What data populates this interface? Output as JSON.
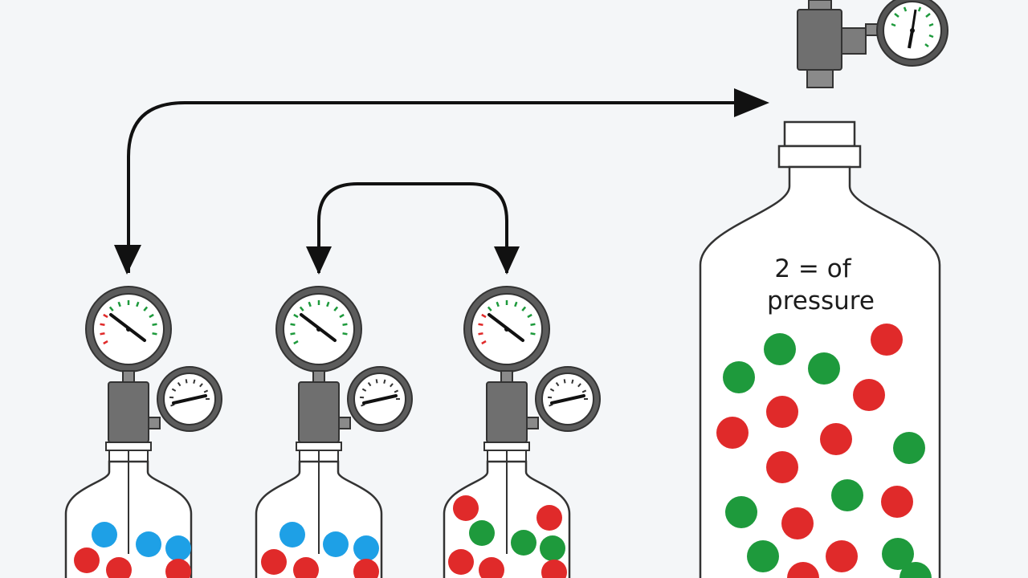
{
  "label": {
    "line1": "2 = of",
    "line2": "pressure"
  },
  "colors": {
    "background": "#f4f6f8",
    "outline": "#333333",
    "regulator_body": "#6f6f6f",
    "gauge_face": "#ffffff",
    "red": "#e02a2a",
    "green": "#1e9a3c",
    "blue": "#1ea0e6"
  },
  "small_tanks": [
    {
      "id": "left",
      "main_gauge_tick_color": "red",
      "particles": [
        "red",
        "blue",
        "blue",
        "blue",
        "red",
        "red"
      ]
    },
    {
      "id": "middle",
      "main_gauge_tick_color": "green",
      "particles": [
        "blue",
        "blue",
        "blue",
        "red",
        "red",
        "red"
      ]
    },
    {
      "id": "right",
      "main_gauge_tick_color": "red",
      "particles": [
        "red",
        "red",
        "green",
        "green",
        "green",
        "red",
        "red",
        "red"
      ]
    }
  ],
  "large_tank": {
    "particles": [
      "green",
      "red",
      "green",
      "green",
      "red",
      "red",
      "red",
      "red",
      "green",
      "red",
      "green",
      "red",
      "green",
      "red",
      "green",
      "red",
      "green",
      "red",
      "green"
    ]
  }
}
